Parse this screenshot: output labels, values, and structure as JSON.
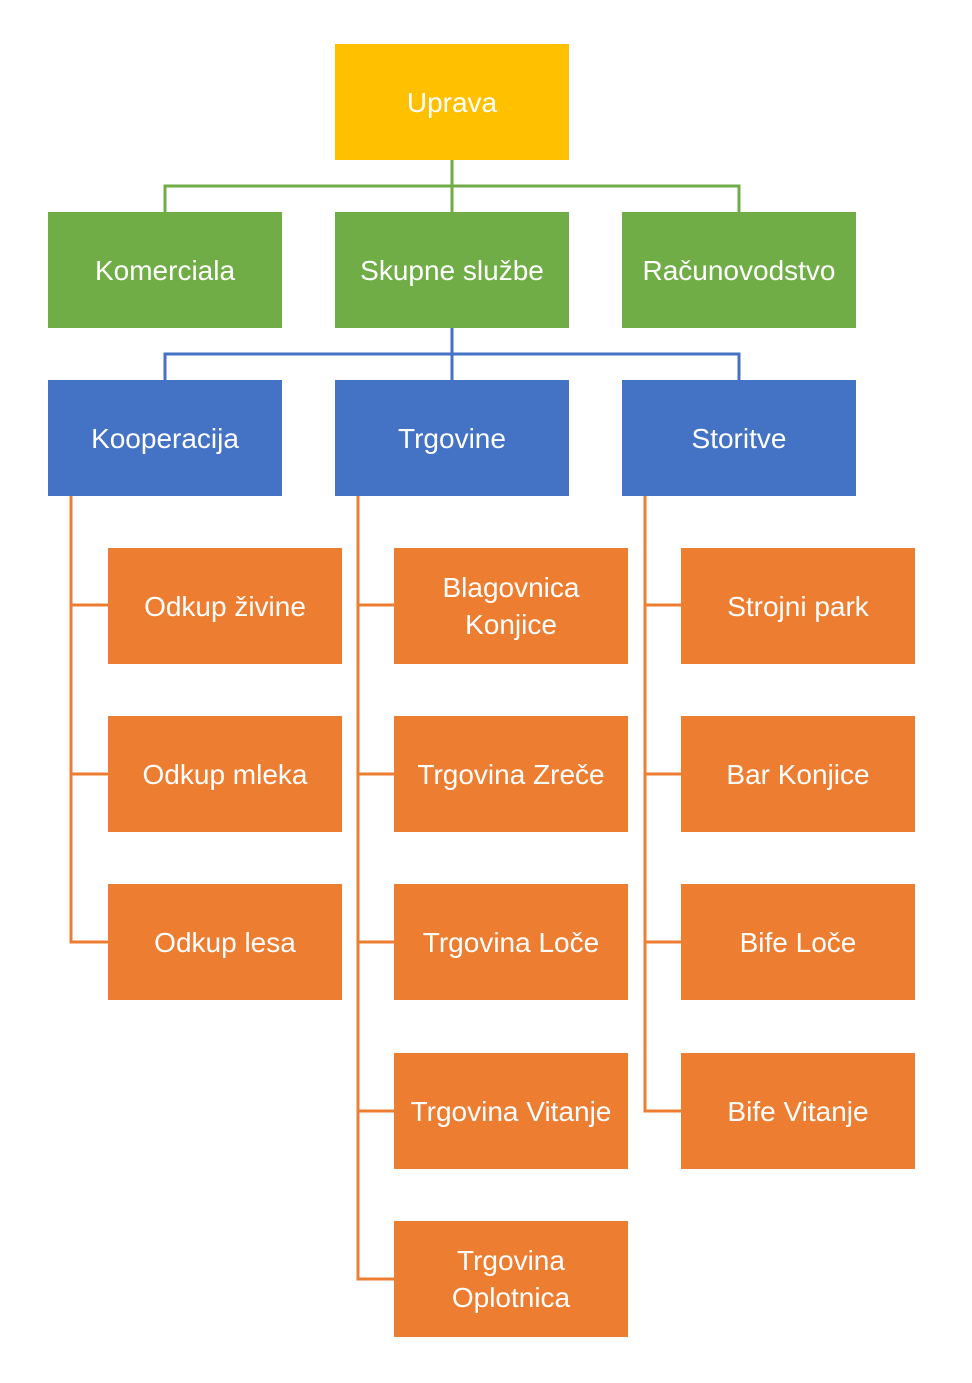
{
  "colors": {
    "top": "#ffc000",
    "level1": "#70ad47",
    "level2": "#4472c4",
    "leaf": "#ed7d31"
  },
  "root": {
    "label": "Uprava"
  },
  "level1": [
    {
      "label": "Komerciala"
    },
    {
      "label": "Skupne službe"
    },
    {
      "label": "Računovodstvo"
    }
  ],
  "level2": [
    {
      "label": "Kooperacija",
      "children": [
        {
          "label": "Odkup živine"
        },
        {
          "label": "Odkup mleka"
        },
        {
          "label": "Odkup lesa"
        }
      ]
    },
    {
      "label": "Trgovine",
      "children": [
        {
          "label": "Blagovnica Konjice"
        },
        {
          "label": "Trgovina Zreče"
        },
        {
          "label": "Trgovina Loče"
        },
        {
          "label": "Trgovina Vitanje"
        },
        {
          "label": "Trgovina Oplotnica"
        }
      ]
    },
    {
      "label": "Storitve",
      "children": [
        {
          "label": "Strojni park"
        },
        {
          "label": "Bar Konjice"
        },
        {
          "label": "Bife Loče"
        },
        {
          "label": "Bife Vitanje"
        }
      ]
    }
  ]
}
